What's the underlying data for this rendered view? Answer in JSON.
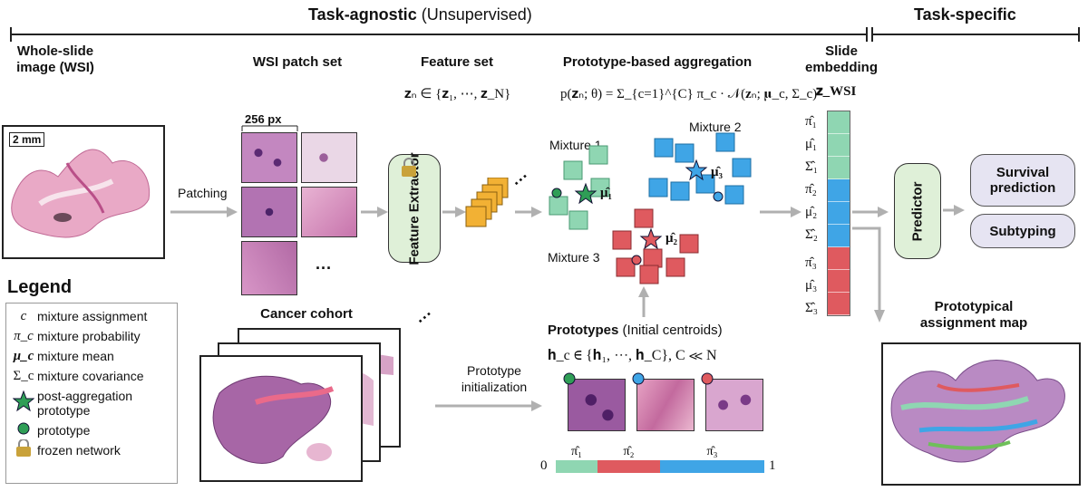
{
  "header": {
    "task_agnostic": "Task-agnostic",
    "unsupervised": "(Unsupervised)",
    "task_specific": "Task-specific"
  },
  "wsi": {
    "title": "Whole-slide image (WSI)",
    "scale": "2 mm"
  },
  "patching": {
    "label": "Patching"
  },
  "patch_set": {
    "title": "WSI patch set",
    "size": "256 px",
    "ellipsis": "···"
  },
  "extractor": {
    "label": "Feature Extractor"
  },
  "feature_set": {
    "title": "Feature set",
    "formula": "𝐳ₙ ∈ {𝐳₁, ⋯, 𝐳_N}",
    "ellipsis": "···"
  },
  "aggregation": {
    "title": "Prototype-based aggregation",
    "formula": "p(𝐳ₙ; θ) = Σ_{c=1}^{C} π_c · 𝒩(𝐳ₙ; 𝛍_c, Σ_c)",
    "mixture1": "Mixture 1",
    "mixture2": "Mixture 2",
    "mixture3": "Mixture 3",
    "mu1": "μ̂₁",
    "mu2": "μ̂₂",
    "mu3": "μ̂₃"
  },
  "slide_embedding": {
    "title": "Slide embedding",
    "z": "𝐳_WSI",
    "labels": [
      "π̂₁",
      "μ̂₁",
      "Σ̂₁",
      "π̂₂",
      "μ̂₂",
      "Σ̂₂",
      "π̂₃",
      "μ̂₃",
      "Σ̂₃"
    ]
  },
  "predictor": {
    "label": "Predictor"
  },
  "outputs": {
    "survival": "Survival prediction",
    "subtyping": "Subtyping"
  },
  "legend": {
    "title": "Legend",
    "items": [
      {
        "sym": "c",
        "text": "mixture assignment"
      },
      {
        "sym": "π_c",
        "text": "mixture probability"
      },
      {
        "sym": "μ_c",
        "text": "mixture mean"
      },
      {
        "sym": "Σ_c",
        "text": "mixture covariance"
      },
      {
        "sym": "",
        "text": "post-aggregation prototype"
      },
      {
        "sym": "",
        "text": "prototype"
      },
      {
        "sym": "",
        "text": "frozen network"
      }
    ]
  },
  "cohort": {
    "title": "Cancer cohort",
    "ellipsis": "···"
  },
  "init": {
    "label": "Prototype initialization"
  },
  "prototypes": {
    "title": "Prototypes",
    "subtitle": "(Initial centroids)",
    "formula": "𝐡_c ∈ {𝐡₁, ⋯, 𝐡_C},  C ≪ N",
    "bar_start": "0",
    "bar_end": "1",
    "pi_labels": [
      "π̂₁",
      "π̂₂",
      "π̂₃"
    ],
    "fractions": [
      0.2,
      0.3,
      0.5
    ]
  },
  "assignment_map": {
    "title": "Prototypical assignment map"
  },
  "colors": {
    "green": "#8fd6b2",
    "green_dark": "#2f9e56",
    "red": "#df5a5f",
    "blue": "#3fa5e6",
    "orange": "#f2b134",
    "extractor_bg": "#dff0d8",
    "output_bg": "#e6e4f2",
    "arrow": "#b0b0b0"
  }
}
